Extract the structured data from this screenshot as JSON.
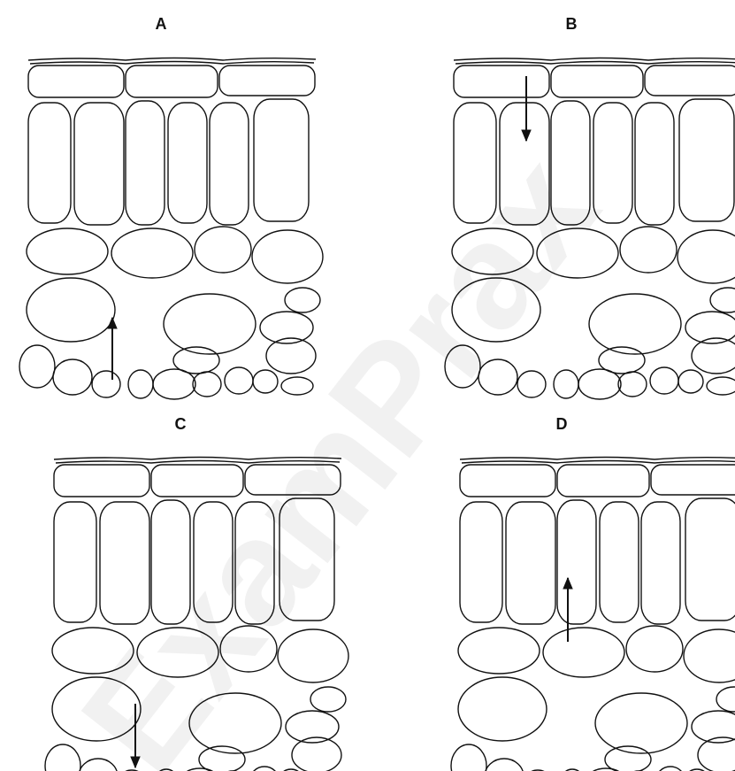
{
  "panels": [
    {
      "label": "A",
      "arrow_direction": "up"
    },
    {
      "label": "B",
      "arrow_direction": "down"
    },
    {
      "label": "C",
      "arrow_direction": "down"
    },
    {
      "label": "D",
      "arrow_direction": "up"
    }
  ],
  "watermark_text": "ExamPrax",
  "colors": {
    "outline": "#111111",
    "background": "#ffffff",
    "watermark": "#e6e6e6"
  }
}
